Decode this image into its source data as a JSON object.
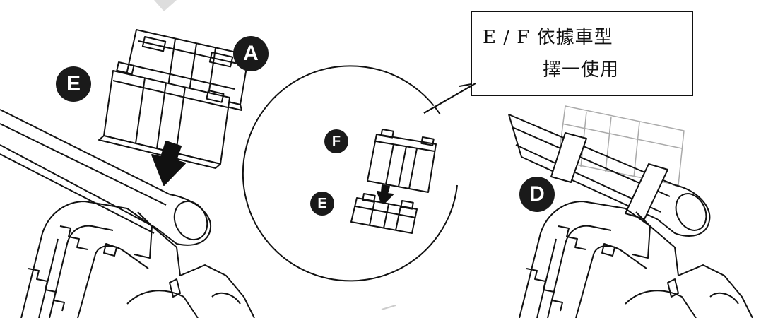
{
  "callout": {
    "line1": "E / F 依據車型",
    "line2": "擇一使用"
  },
  "labels": {
    "a": "A",
    "e_left": "E",
    "f": "F",
    "e_center": "E",
    "d": "D"
  }
}
